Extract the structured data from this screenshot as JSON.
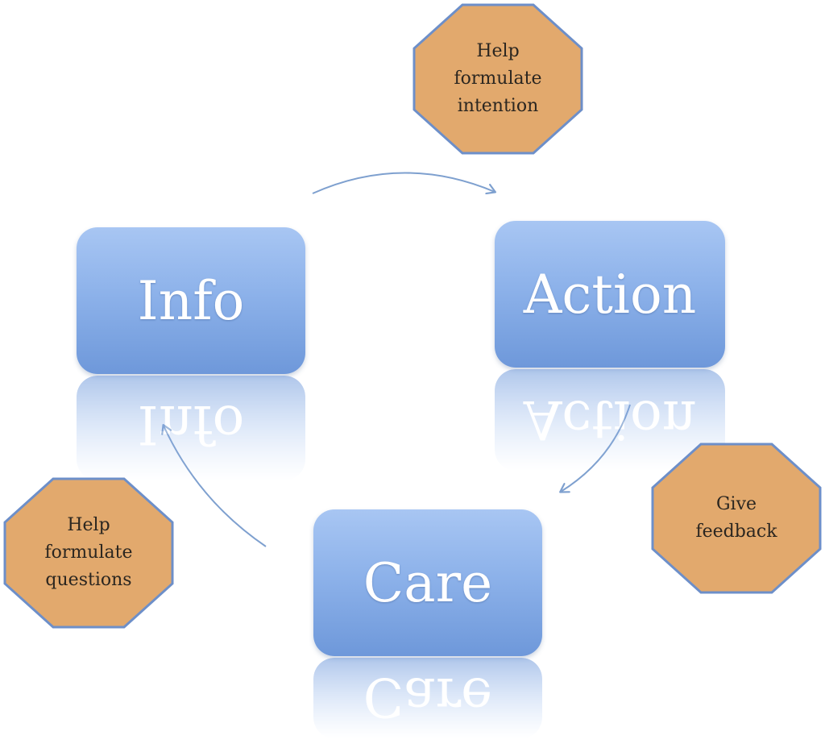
{
  "colors": {
    "box_top": "#a8c6f3",
    "box_bottom": "#6e98da",
    "octagon_fill": "#e2a96d",
    "octagon_stroke": "#6d8fc9",
    "arrow": "#7ea0cf"
  },
  "boxes": {
    "info": "Info",
    "action": "Action",
    "care": "Care"
  },
  "octagons": {
    "intention": [
      "Help",
      "formulate",
      "intention"
    ],
    "feedback": [
      "Give",
      "feedback"
    ],
    "questions": [
      "Help",
      "formulate",
      "questions"
    ]
  },
  "arrows": [
    "info-to-action",
    "action-to-care",
    "care-to-info"
  ]
}
